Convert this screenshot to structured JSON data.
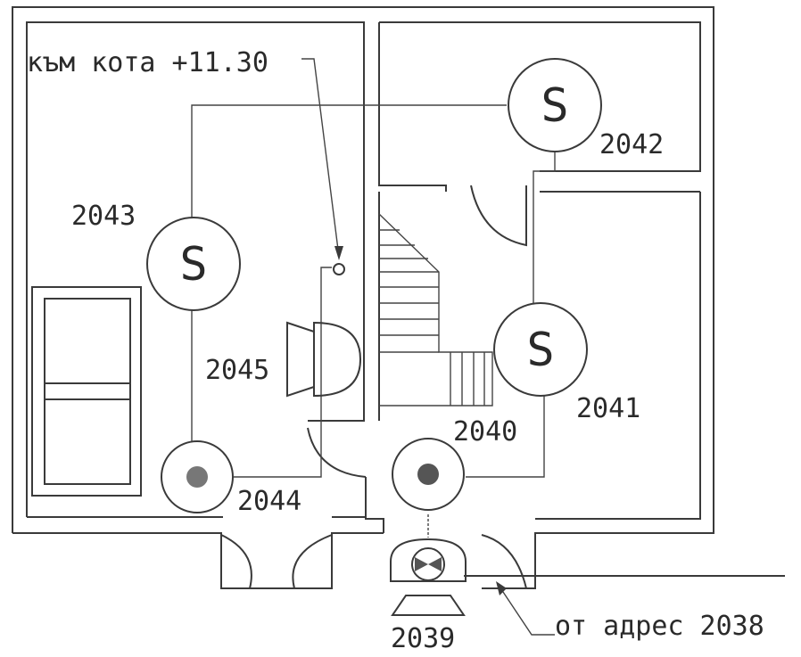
{
  "annotations": {
    "to_level": "към кота +11.30",
    "from_address": "от адрес 2038"
  },
  "devices": [
    {
      "id": "2039",
      "kind": "entry-siren-with-strobe",
      "symbol": ""
    },
    {
      "id": "2040",
      "kind": "stair-landing",
      "symbol": ""
    },
    {
      "id": "2041",
      "kind": "sounder",
      "symbol": "S"
    },
    {
      "id": "2042",
      "kind": "sounder",
      "symbol": "S"
    },
    {
      "id": "2043",
      "kind": "sounder",
      "symbol": "S"
    },
    {
      "id": "2044",
      "kind": "smoke-detector",
      "symbol": ""
    },
    {
      "id": "2045",
      "kind": "horn",
      "symbol": ""
    }
  ],
  "labels": {
    "d2039": "2039",
    "d2040": "2040",
    "d2041": "2041",
    "d2042": "2042",
    "d2043": "2043",
    "d2044": "2044",
    "d2045": "2045"
  },
  "symbols": {
    "s2041": "S",
    "s2042": "S",
    "s2043": "S"
  }
}
